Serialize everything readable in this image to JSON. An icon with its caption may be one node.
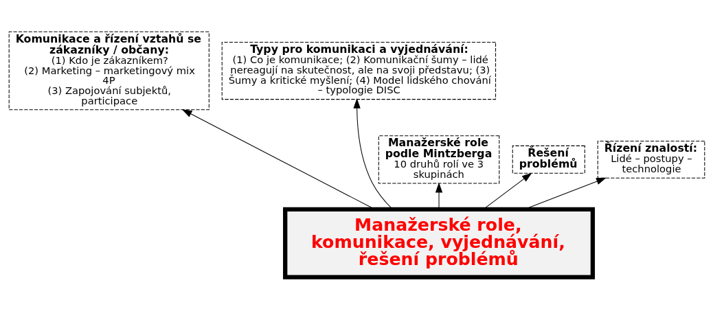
{
  "diagram": {
    "nodes": [
      {
        "text": [
          "Komunikace a řízení vztahů se zákazníky / občany:",
          "(1) Kdo je zákazníkem?",
          "(2) Marketing – marketingový mix 4P",
          "(3) Zapojování subjektů, participace"
        ]
      },
      {
        "text": [
          "Typy pro komunikaci a vyjednávání:",
          "(1) Co je komunikace; (2) Komunikační šumy – lidé nereagují na skutečnost, ale na svoji představu; (3) Šumy a kritické myšlení; (4) Model lidského chování – typologie DISC"
        ]
      },
      {
        "text": [
          "Manažerské role podle Mintzberga",
          "10 druhů rolí ve 3 skupinách"
        ]
      },
      {
        "text": [
          "Řešení problémů"
        ]
      },
      {
        "text": [
          "Řízení znalostí:",
          "Lidé – postupy – technologie"
        ]
      },
      {
        "text": [
          "Manažerské role, komunikace, vyjednávání, řešení problémů"
        ]
      }
    ],
    "edges": [
      {
        "from": 5,
        "to": 2,
        "arrow": "to"
      },
      {
        "from": 5,
        "to": 3,
        "arrow": "to"
      },
      {
        "from": 5,
        "to": 0,
        "arrow": "to"
      },
      {
        "from": 5,
        "to": 1,
        "arrow": "to"
      },
      {
        "from": 5,
        "to": 4,
        "arrow": "to"
      }
    ]
  }
}
